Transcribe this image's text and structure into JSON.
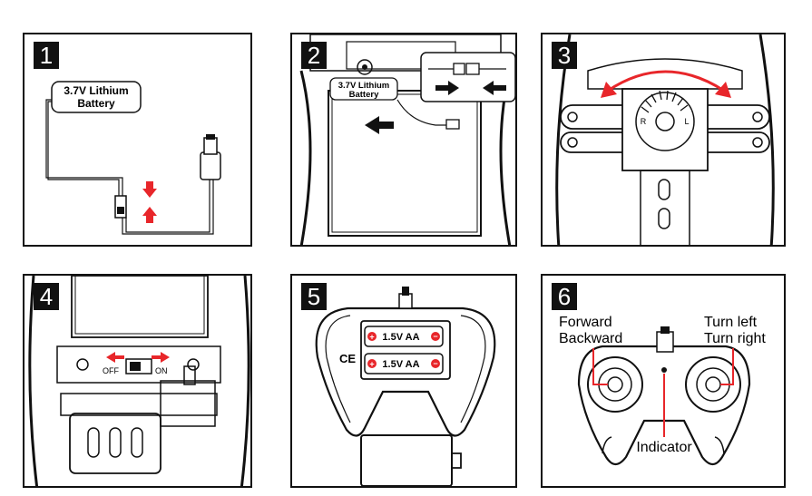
{
  "panels": [
    {
      "number": "1",
      "battery_label_line1": "3.7V Lithium",
      "battery_label_line2": "Battery"
    },
    {
      "number": "2",
      "battery_label_line1": "3.7V Lithium",
      "battery_label_line2": "Battery"
    },
    {
      "number": "3",
      "gear_left": "R",
      "gear_right": "L"
    },
    {
      "number": "4",
      "switch_off": "OFF",
      "switch_on": "ON"
    },
    {
      "number": "5",
      "battery_cell": "1.5V AA",
      "ce_mark": "CE"
    },
    {
      "number": "6",
      "forward": "Forward",
      "backward": "Backward",
      "turn_left": "Turn left",
      "turn_right": "Turn right",
      "indicator": "Indicator"
    }
  ],
  "colors": {
    "arrow_red": "#e8262a",
    "line": "#111111",
    "gray": "#777777"
  }
}
